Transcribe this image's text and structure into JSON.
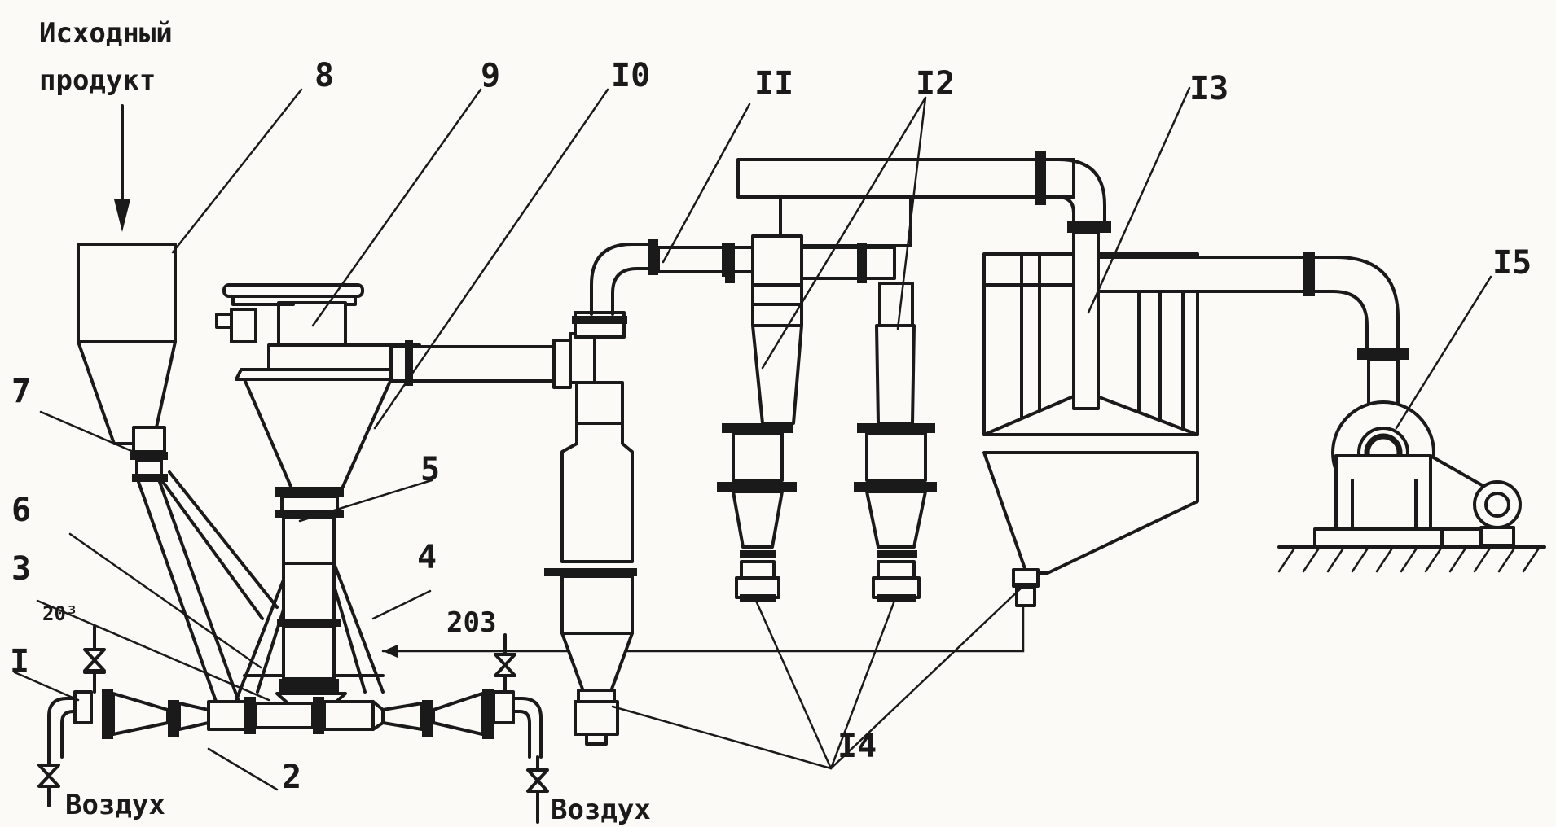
{
  "diagram": {
    "input_label_line1": "Исходный",
    "input_label_line2": "продукт",
    "air_label_left": "Воздух",
    "air_label_right": "Воздух",
    "valve_label_left": "20³",
    "valve_label_right": "203",
    "callouts": [
      "I",
      "2",
      "3",
      "4",
      "5",
      "6",
      "7",
      "8",
      "9",
      "I0",
      "II",
      "I2",
      "I3",
      "I4",
      "I5"
    ]
  },
  "colors": {
    "ink": "#1a1a1a",
    "paper": "#fbfaf7"
  }
}
